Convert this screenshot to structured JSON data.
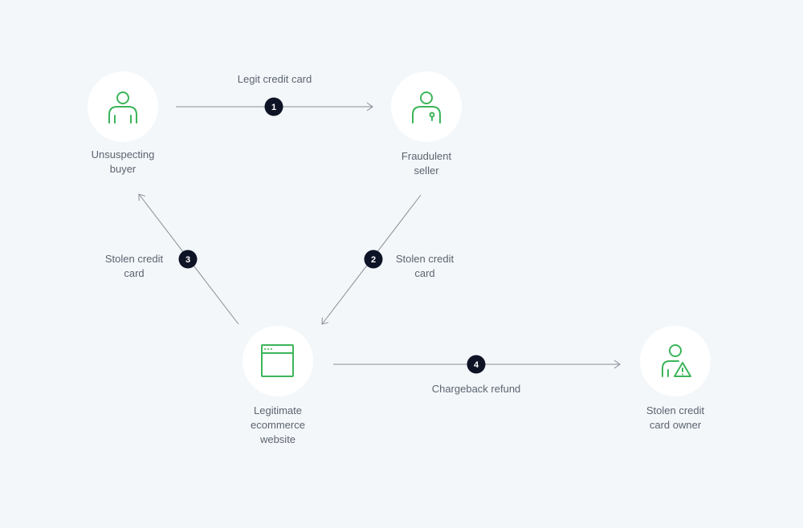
{
  "colors": {
    "background": "#f3f7fa",
    "node_fill": "#ffffff",
    "icon": "#3cb55a",
    "arrow": "#8a8f97",
    "badge": "#0e1426",
    "text": "#5d6470"
  },
  "nodes": {
    "buyer": {
      "icon": "person-icon",
      "label_lines": [
        "Unsuspecting",
        "buyer"
      ]
    },
    "seller": {
      "icon": "person-with-pin-icon",
      "label_lines": [
        "Fraudulent",
        "seller"
      ]
    },
    "website": {
      "icon": "browser-window-icon",
      "label_lines": [
        "Legitimate",
        "ecommerce",
        "website"
      ]
    },
    "owner": {
      "icon": "person-warning-icon",
      "label_lines": [
        "Stolen credit",
        "card owner"
      ]
    }
  },
  "edges": [
    {
      "step": "1",
      "label_lines": [
        "Legit credit card"
      ]
    },
    {
      "step": "2",
      "label_lines": [
        "Stolen credit",
        "card"
      ]
    },
    {
      "step": "3",
      "label_lines": [
        "Stolen credit",
        "card"
      ]
    },
    {
      "step": "4",
      "label_lines": [
        "Chargeback refund"
      ]
    }
  ]
}
